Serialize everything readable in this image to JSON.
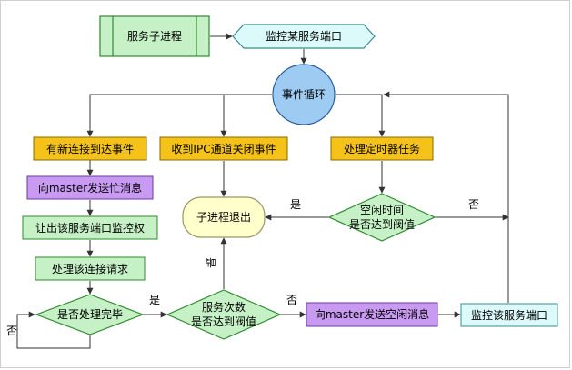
{
  "nodes": {
    "service_child": "服务子进程",
    "listen_port_top": "监控某服务端口",
    "event_loop": "事件循环",
    "new_connection": "有新连接到达事件",
    "ipc_close": "收到IPC通道关闭事件",
    "timer_task": "处理定时器任务",
    "send_busy": "向master发送忙消息",
    "release_port": "让出该服务端口监控权",
    "handle_request": "处理该连接请求",
    "done_check": "是否处理完毕",
    "service_count_line1": "服务次数",
    "service_count_line2": "是否达到阀值",
    "child_exit": "子进程退出",
    "idle_time_line1": "空闲时间",
    "idle_time_line2": "是否达到阀值",
    "send_idle": "向master发送空闲消息",
    "listen_port_bottom": "监控该服务端口"
  },
  "edges": {
    "yes_done": "是",
    "no_done": "否",
    "no_count": "否",
    "yes_count": "是",
    "yes_idle": "是",
    "no_idle": "否"
  },
  "colors": {
    "green_fill": "#c6f0c6",
    "green_stroke": "#2e8b2e",
    "cyan_fill": "#dcfafa",
    "cyan_stroke": "#3c8c8c",
    "blue_fill": "#9ecbf2",
    "orange_fill": "#f5c21a",
    "orange_stroke": "#8a6a00",
    "purple_fill": "#c99af2",
    "purple_stroke": "#6a3a9a",
    "yellow_fill": "#ffffcc",
    "yellow_stroke": "#999966",
    "arrow": "#333333"
  }
}
